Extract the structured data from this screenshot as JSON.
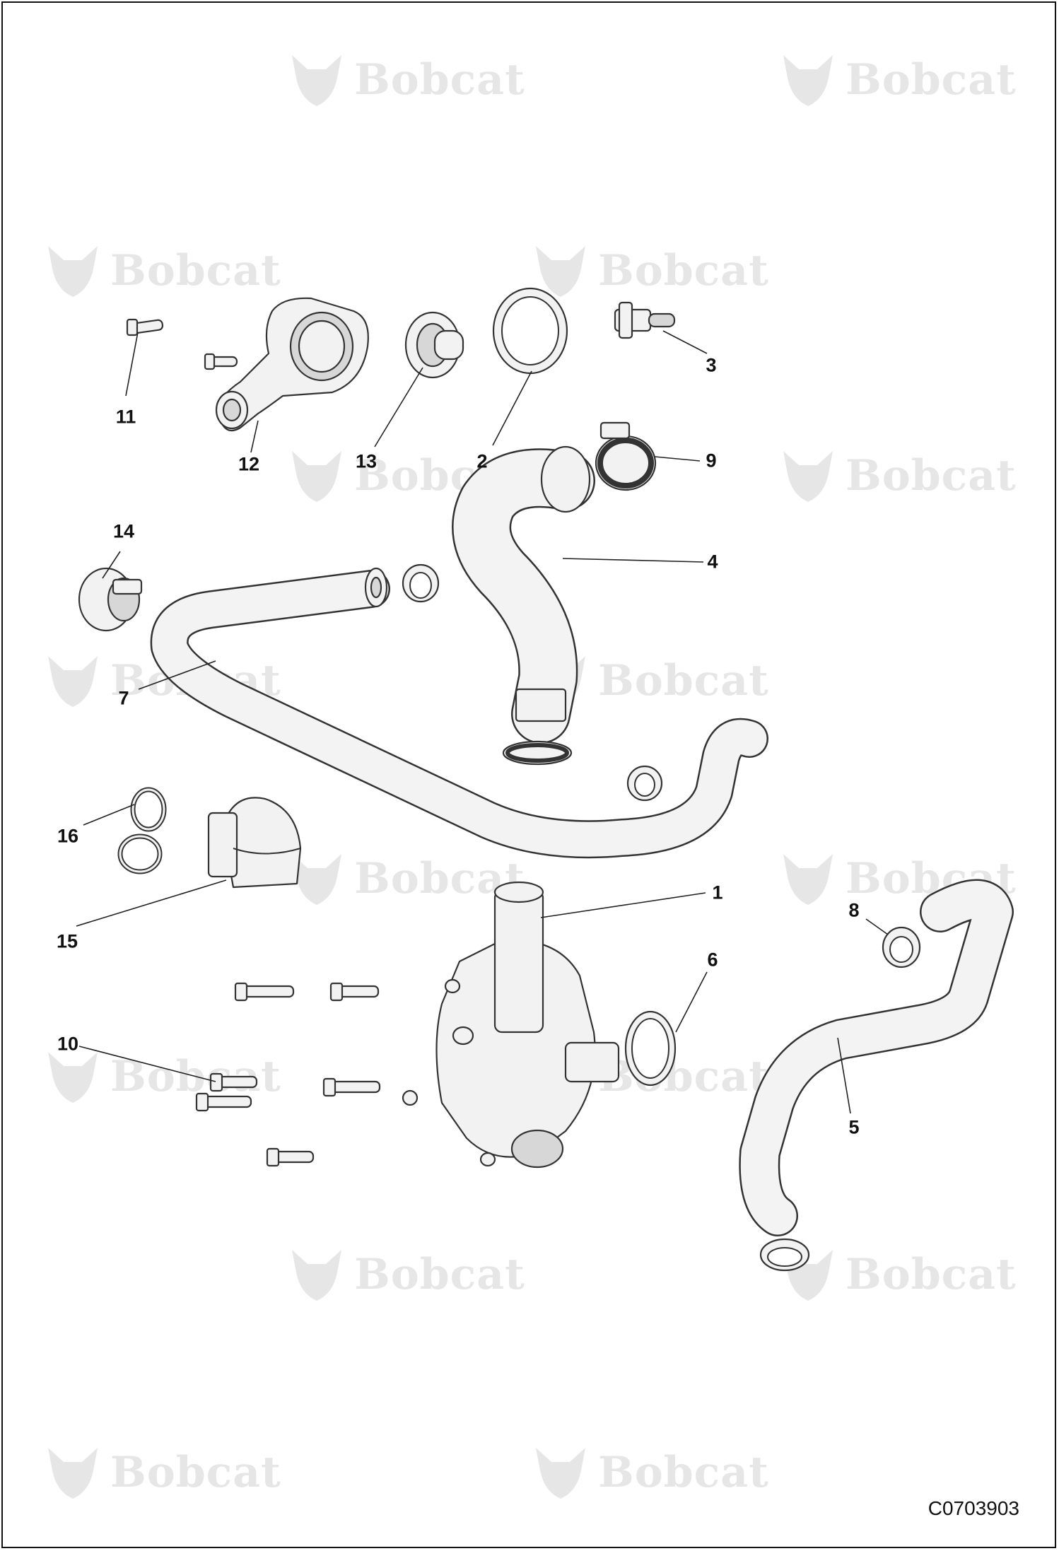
{
  "figure_code": "C0703903",
  "watermark": {
    "text": "Bobcat",
    "icon": "bobcat-head-icon",
    "color": "#e6e6e6"
  },
  "callouts": [
    {
      "id": "1",
      "label": "1",
      "part": "water-pump-housing"
    },
    {
      "id": "2",
      "label": "2",
      "part": "seal-ring"
    },
    {
      "id": "3",
      "label": "3",
      "part": "temperature-sensor"
    },
    {
      "id": "4",
      "label": "4",
      "part": "upper-hose"
    },
    {
      "id": "5",
      "label": "5",
      "part": "lower-hose"
    },
    {
      "id": "6",
      "label": "6",
      "part": "o-ring"
    },
    {
      "id": "7",
      "label": "7",
      "part": "bypass-hose"
    },
    {
      "id": "8",
      "label": "8",
      "part": "hose-clamp"
    },
    {
      "id": "9",
      "label": "9",
      "part": "hose-clamp"
    },
    {
      "id": "10",
      "label": "10",
      "part": "bolt"
    },
    {
      "id": "11",
      "label": "11",
      "part": "bolt"
    },
    {
      "id": "12",
      "label": "12",
      "part": "thermostat-housing"
    },
    {
      "id": "13",
      "label": "13",
      "part": "thermostat"
    },
    {
      "id": "14",
      "label": "14",
      "part": "hose-clamp"
    },
    {
      "id": "15",
      "label": "15",
      "part": "hose-sleeve"
    },
    {
      "id": "16",
      "label": "16",
      "part": "spring-clamp"
    }
  ]
}
